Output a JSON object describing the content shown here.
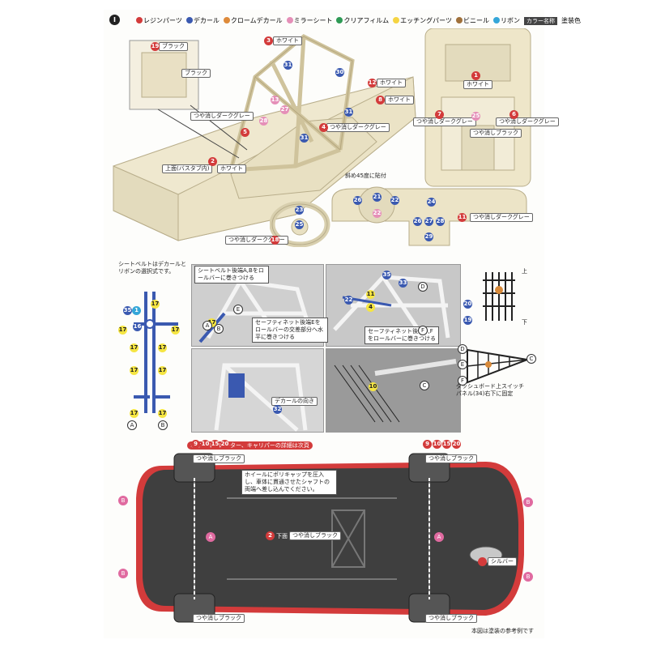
{
  "header": {
    "section": "I",
    "legend": [
      {
        "label": "レジンパーツ",
        "color": "#d33b3b"
      },
      {
        "label": "デカール",
        "color": "#3a59b0"
      },
      {
        "label": "クロームデカール",
        "color": "#de8a3a"
      },
      {
        "label": "ミラーシート",
        "color": "#e58fb8"
      },
      {
        "label": "クリアフィルム",
        "color": "#2e9a55"
      },
      {
        "label": "エッチングパーツ",
        "color": "#f5d442"
      },
      {
        "label": "ビニール",
        "color": "#a0703a"
      },
      {
        "label": "リボン",
        "color": "#34a6d8"
      }
    ],
    "color_name_tag": "カラー名称",
    "paint_label": "塗装色"
  },
  "labels": {
    "black": "ブラック",
    "white": "ホワイト",
    "gloss_dark_gray": "つや消しダークグレー",
    "gloss_black": "つや消しブラック",
    "silver": "シルバー",
    "top_surface": "上面(バスタブ内)",
    "angle_note": "斜め45度に貼付",
    "decal_direction": "デカールの向き",
    "bottom_surface": "下面"
  },
  "seatbelt": {
    "note": "シートベルトはデカールとリボンの選択式です。",
    "A": "A",
    "B": "B"
  },
  "notes": {
    "net_ab": "シートベルト後端A,Bをロールバーに巻きつける",
    "net_e": "セーフティネット後端Eをロールバーの交差部分へ水平に巻きつける",
    "net_df": "セーフティネット後端D,Fをロールバーに巻きつける",
    "dash": "ダッシュボード上スイッチパネル(34)右下に固定",
    "wheels": "ホイール、ローター、キャリパーの詳細は次頁",
    "polycap": "ホイールにポリキャップを圧入し、車体に貫通させたシャフトの両端へ差し込んでください。",
    "footer": "本図は塗装の参考例です"
  },
  "part_numbers": {
    "n1": "1",
    "n2": "2",
    "n3": "3",
    "n4": "4",
    "n5": "5",
    "n6": "6",
    "n7": "7",
    "n8": "8",
    "n9": "9",
    "n10": "10",
    "n11": "11",
    "n12": "12",
    "n13": "13",
    "n15": "15",
    "n16": "16",
    "n17": "17",
    "n18": "18",
    "n19": "19",
    "n20": "20",
    "n21": "21",
    "n22": "22",
    "n23": "23",
    "n24": "24",
    "n25": "25",
    "n26": "26",
    "n27": "27",
    "n28": "28",
    "n29": "29",
    "n30": "30",
    "n31": "31",
    "n32": "32",
    "n33": "33",
    "n34": "34",
    "n35": "35"
  },
  "net_labels": {
    "top": "上",
    "bottom": "下",
    "C": "C",
    "D": "D",
    "E": "E",
    "F": "F"
  }
}
